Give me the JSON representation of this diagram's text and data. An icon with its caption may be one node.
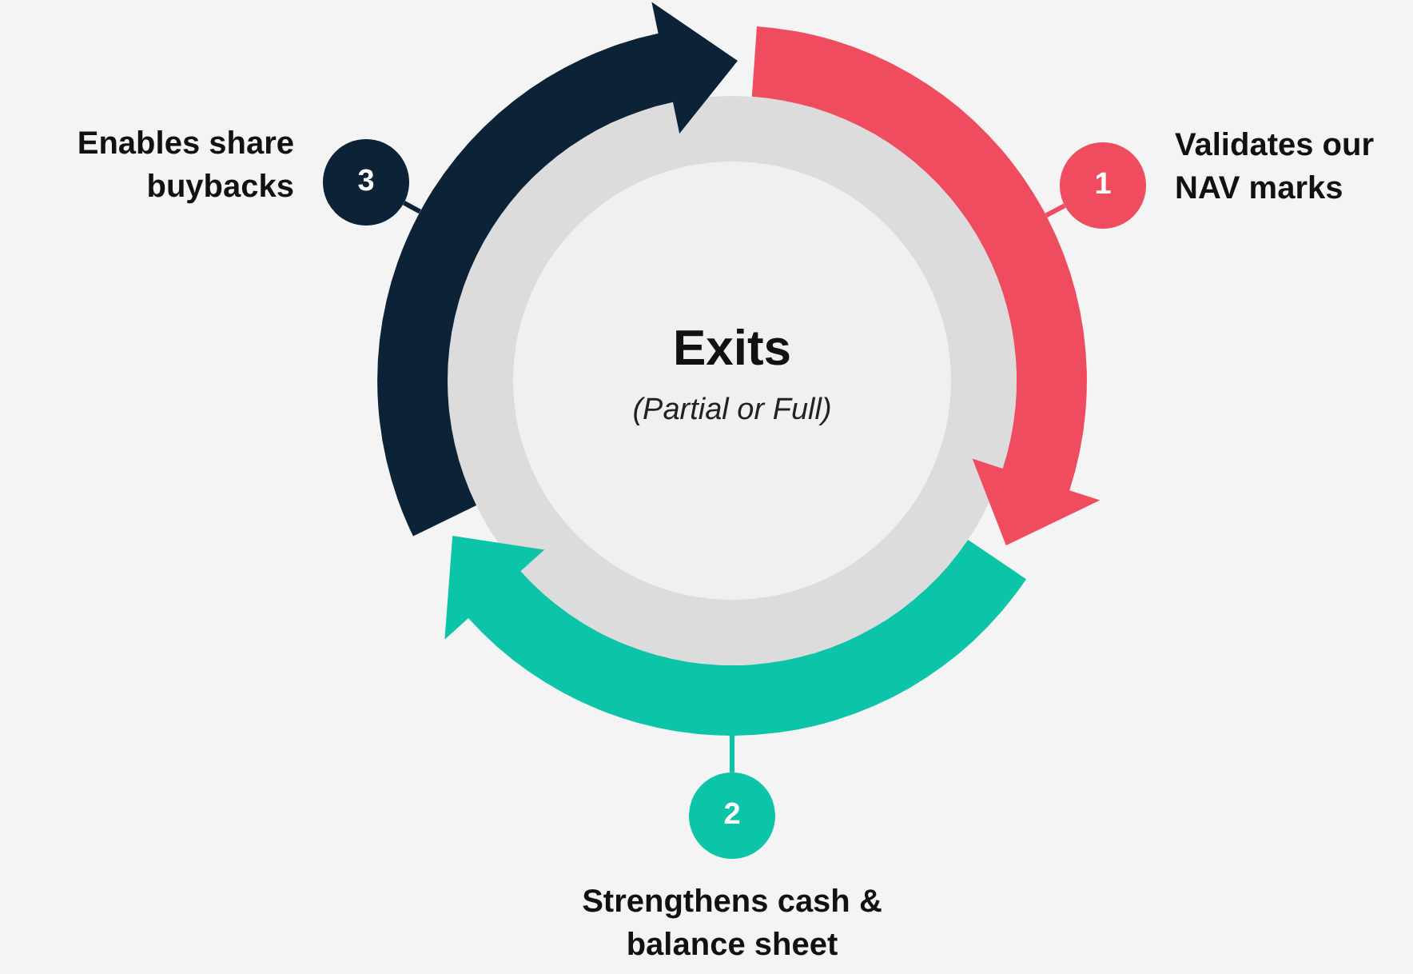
{
  "diagram": {
    "nodes": [
      {
        "text": [
          "Exits",
          "(Partial or Full)"
        ]
      },
      {
        "text": [],
        "shape": "arrow"
      },
      {
        "text": [],
        "shape": "arrow"
      },
      {
        "text": [],
        "shape": "arrow"
      },
      {
        "text": [
          "1"
        ],
        "beside": [
          "Validates our NAV marks"
        ]
      },
      {
        "text": [
          "2"
        ],
        "beside": [
          "Strengthens cash & balance sheet"
        ]
      },
      {
        "text": [
          "3"
        ],
        "beside": [
          "Enables share buybacks"
        ]
      }
    ],
    "edges": [
      {
        "from": 4,
        "to": 1,
        "arrow": "none"
      },
      {
        "from": 5,
        "to": 2,
        "arrow": "none",
        "color": "#0cc4a8"
      },
      {
        "from": 6,
        "to": 3,
        "arrow": "none",
        "color": "#0c2237"
      }
    ]
  }
}
